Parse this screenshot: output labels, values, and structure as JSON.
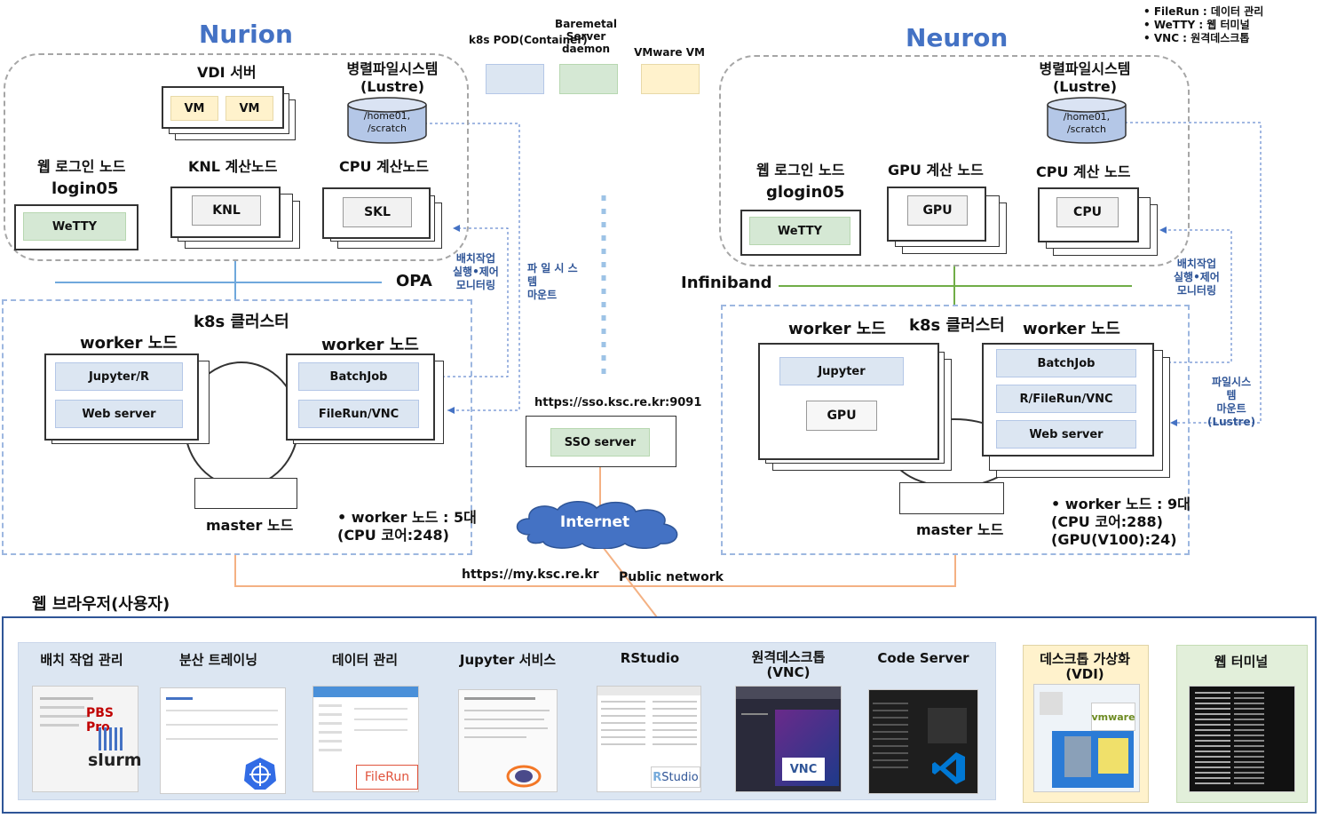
{
  "legend_top": {
    "k8s": "k8s\nPOD(Container)",
    "baremetal": "Baremetal\nServer\ndaemon",
    "vmware": "VMware VM"
  },
  "legend_notes": [
    "FileRun : 데이터 관리",
    "WeTTY : 웹 터미널",
    "VNC : 원격데스크톱"
  ],
  "nurion": {
    "title": "Nurion",
    "vdi_label": "VDI 서버",
    "vm1": "VM",
    "vm2": "VM",
    "fs_label": "병렬파일시스템\n(Lustre)",
    "fs_path": "/home01,\n/scratch",
    "web_login_label": "웹 로그인 노드",
    "login_name": "login05",
    "wetty": "WeTTY",
    "knl_label": "KNL 계산노드",
    "knl": "KNL",
    "cpu_label": "CPU 계산노드",
    "skl": "SKL",
    "network": "OPA",
    "batch_note": "배치작업\n실행•제어\n모니터링",
    "fs_mount_note": "파 일 시 스\n템\n마운트",
    "k8s_label": "k8s 클러스터",
    "worker1_label": "worker 노드",
    "worker2_label": "worker 노드",
    "jupyter_r": "Jupyter/R",
    "web_server": "Web server",
    "batchjob": "BatchJob",
    "filerun_vnc": "FileRun/VNC",
    "master_label": "master 노드",
    "stats": "• worker 노드 : 5대\n(CPU 코어:248)"
  },
  "neuron": {
    "title": "Neuron",
    "fs_label": "병렬파일시스템\n(Lustre)",
    "fs_path": "/home01,\n/scratch",
    "web_login_label": "웹 로그인 노드",
    "login_name": "glogin05",
    "wetty": "WeTTY",
    "gpu_label": "GPU 계산 노드",
    "gpu": "GPU",
    "cpu_label": "CPU 계산 노드",
    "cpu": "CPU",
    "network": "Infiniband",
    "batch_note": "배치작업\n실행•제어\n모니터링",
    "fs_mount_note": "파일시스\n템\n마운트\n(Lustre)",
    "k8s_label": "k8s 클러스터",
    "worker1_label": "worker 노드",
    "worker2_label": "worker 노드",
    "jupyter": "Jupyter",
    "gpu_box": "GPU",
    "batchjob": "BatchJob",
    "r_filerun_vnc": "R/FileRun/VNC",
    "web_server": "Web server",
    "master_label": "master 노드",
    "stats": "• worker 노드 : 9대\n(CPU 코어:288)\n(GPU(V100):24)"
  },
  "center": {
    "sso_url": "https://sso.ksc.re.kr:9091",
    "sso_server": "SSO server",
    "internet": "Internet",
    "my_url": "https://my.ksc.re.kr",
    "public_network": "Public network"
  },
  "browser": {
    "title": "웹 브라우저(사용자)",
    "services": [
      {
        "label": "배치 작업 관리",
        "logo": "PBS Pro",
        "logo2": "slurm"
      },
      {
        "label": "분산 트레이닝"
      },
      {
        "label": "데이터 관리",
        "logo": "FileRun"
      },
      {
        "label": "Jupyter 서비스"
      },
      {
        "label": "RStudio",
        "logo": "Studio"
      },
      {
        "label": "원격데스크톱\n(VNC)",
        "logo": "VNC"
      },
      {
        "label": "Code Server"
      }
    ],
    "vdi": {
      "label": "데스크톱 가상화\n(VDI)",
      "logo": "vmware"
    },
    "terminal": {
      "label": "웹 터미널"
    }
  },
  "colors": {
    "blue_title": "#4472c4",
    "pod": "#dce6f2",
    "baremetal": "#d5e8d4",
    "vmware": "#fff2cc",
    "opa_line": "#6fa8dc",
    "ib_line": "#70ad47",
    "net_line": "#f4b183"
  }
}
